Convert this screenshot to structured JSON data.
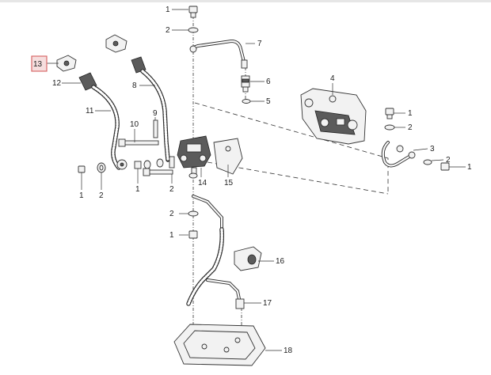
{
  "diagram": {
    "callouts": [
      {
        "id": "c1a",
        "label": "1"
      },
      {
        "id": "c2a",
        "label": "2"
      },
      {
        "id": "c7",
        "label": "7"
      },
      {
        "id": "c6",
        "label": "6"
      },
      {
        "id": "c5",
        "label": "5"
      },
      {
        "id": "c4",
        "label": "4"
      },
      {
        "id": "c13",
        "label": "13"
      },
      {
        "id": "c12",
        "label": "12"
      },
      {
        "id": "c8",
        "label": "8"
      },
      {
        "id": "c11",
        "label": "11"
      },
      {
        "id": "c10",
        "label": "10"
      },
      {
        "id": "c9",
        "label": "9"
      },
      {
        "id": "c1b",
        "label": "1"
      },
      {
        "id": "c2b",
        "label": "2"
      },
      {
        "id": "c3",
        "label": "3"
      },
      {
        "id": "c2c",
        "label": "2"
      },
      {
        "id": "c1c",
        "label": "1"
      },
      {
        "id": "c1d",
        "label": "1"
      },
      {
        "id": "c2d",
        "label": "2"
      },
      {
        "id": "c1e",
        "label": "1"
      },
      {
        "id": "c2e",
        "label": "2"
      },
      {
        "id": "c14",
        "label": "14"
      },
      {
        "id": "c15",
        "label": "15"
      },
      {
        "id": "c2f",
        "label": "2"
      },
      {
        "id": "c1f",
        "label": "1"
      },
      {
        "id": "c16",
        "label": "16"
      },
      {
        "id": "c17",
        "label": "17"
      },
      {
        "id": "c18",
        "label": "18"
      }
    ],
    "selected_callout": "13"
  }
}
